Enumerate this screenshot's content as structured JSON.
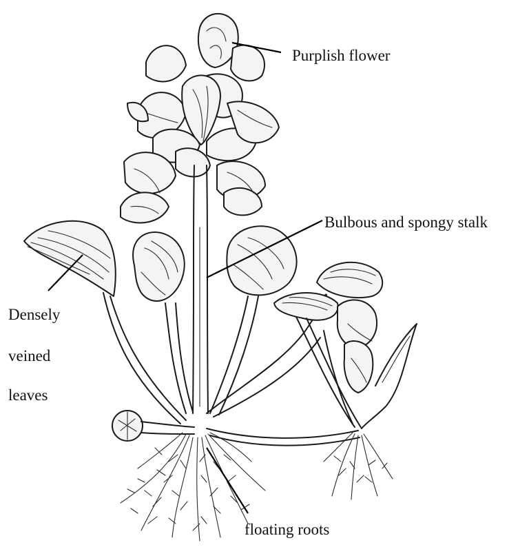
{
  "labels": {
    "flower": "Purplish flower",
    "stalk": "Bulbous and spongy stalk",
    "leaves_line1": "Densely",
    "leaves_line2": "veined",
    "leaves_line3": "leaves",
    "roots": "floating roots"
  }
}
